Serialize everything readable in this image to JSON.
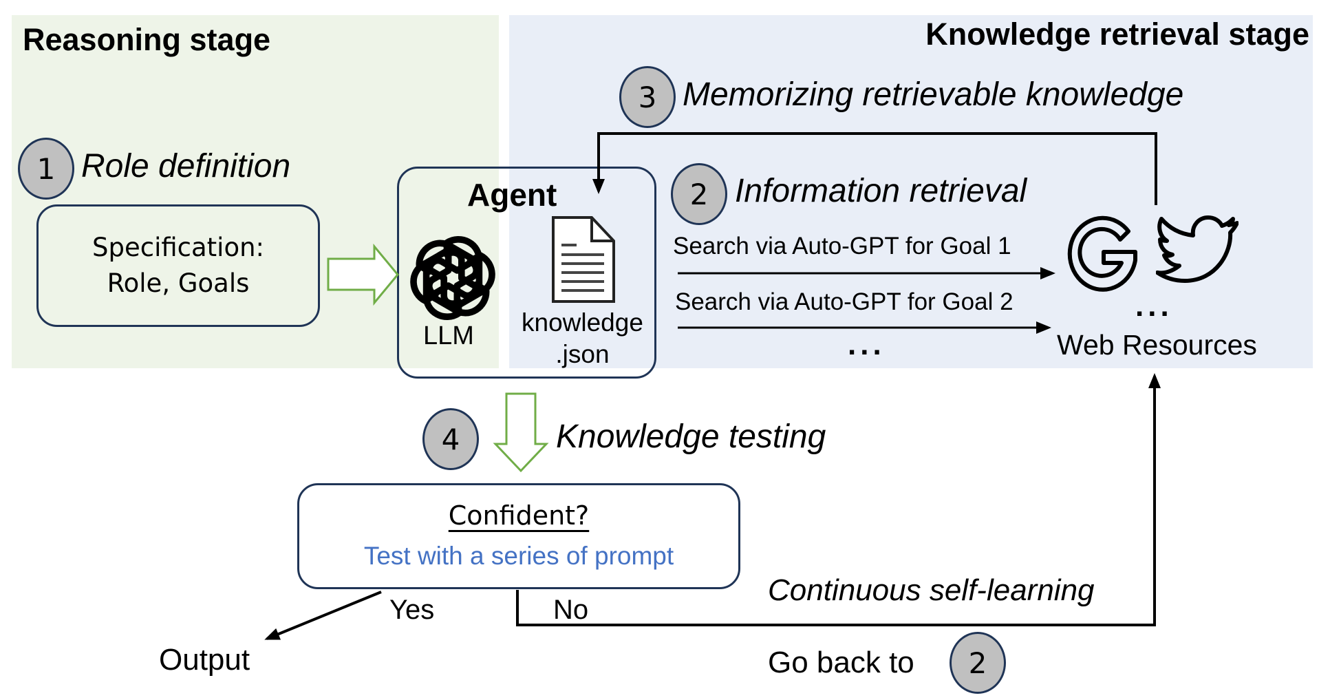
{
  "stages": {
    "reasoning_title": "Reasoning stage",
    "retrieval_title": "Knowledge retrieval stage"
  },
  "steps": [
    {
      "number": "1",
      "label": "Role definition"
    },
    {
      "number": "2",
      "label": "Information retrieval"
    },
    {
      "number": "3",
      "label": "Memorizing retrievable knowledge"
    },
    {
      "number": "4",
      "label": "Knowledge testing"
    }
  ],
  "specification": {
    "line1": "Specification:",
    "line2": "Role, Goals"
  },
  "agent": {
    "title": "Agent",
    "llm_label": "LLM",
    "llm_icon": "openai-logo-icon",
    "file_icon": "document-icon",
    "file_label_line1": "knowledge",
    "file_label_line2": ".json"
  },
  "retrieval": {
    "search1": "Search via Auto-GPT for Goal 1",
    "search2": "Search via Auto-GPT for Goal 2",
    "ellipsis": "...",
    "web_icons": [
      "google-icon",
      "twitter-icon"
    ],
    "web_ellipsis": "...",
    "web_label": "Web Resources"
  },
  "testing": {
    "question": "Confident?",
    "subtitle": "Test with a series of prompt",
    "yes_label": "Yes",
    "no_label": "No",
    "output_label": "Output"
  },
  "loop": {
    "label": "Continuous self-learning",
    "go_back_label": "Go back to",
    "go_back_step": "2"
  },
  "colors": {
    "reasoning_bg": "#eef4e8",
    "retrieval_bg": "#e9eef7",
    "circle_fill": "#c0c0c0",
    "box_border": "#1f3456",
    "block_arrow": "#70ad47",
    "subtitle_blue": "#4472c4"
  }
}
